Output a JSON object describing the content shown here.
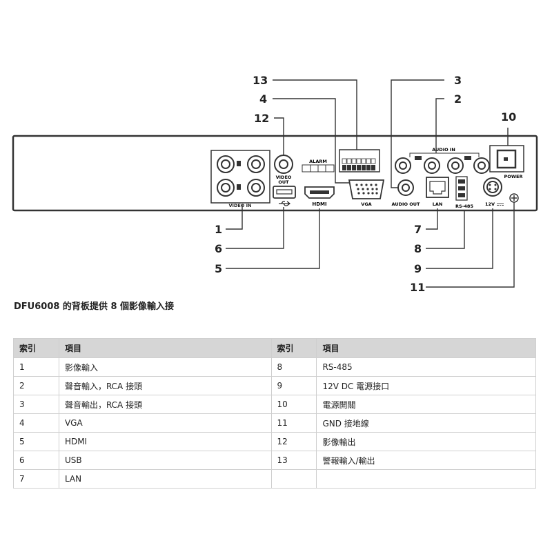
{
  "diagram": {
    "callouts": [
      "1",
      "2",
      "3",
      "4",
      "5",
      "6",
      "7",
      "8",
      "9",
      "10",
      "11",
      "12",
      "13"
    ],
    "panel_labels": {
      "video_in": "VIDEO IN",
      "video_out_1": "VIDEO",
      "video_out_2": "OUT",
      "alarm": "ALARM",
      "audio_in": "AUDIO IN",
      "power": "POWER",
      "hdmi": "HDMI",
      "vga": "VGA",
      "audio_out": "AUDIO OUT",
      "lan": "LAN",
      "rs485": "RS-485",
      "v12": "12V"
    }
  },
  "caption": "DFU6008 的背板提供 8 個影像輸入接",
  "table": {
    "headers": [
      "索引",
      "項目",
      "索引",
      "項目"
    ],
    "rows": [
      [
        "1",
        "影像輸入",
        "8",
        "RS-485"
      ],
      [
        "2",
        "聲音輸入，RCA 接頭",
        "9",
        "12V DC 電源接口"
      ],
      [
        "3",
        "聲音輸出，RCA 接頭",
        "10",
        "電源開關"
      ],
      [
        "4",
        "VGA",
        "11",
        "GND 接地線"
      ],
      [
        "5",
        "HDMI",
        "12",
        "影像輸出"
      ],
      [
        "6",
        "USB",
        "13",
        "警報輸入/輸出"
      ],
      [
        "7",
        "LAN",
        "",
        ""
      ]
    ]
  }
}
